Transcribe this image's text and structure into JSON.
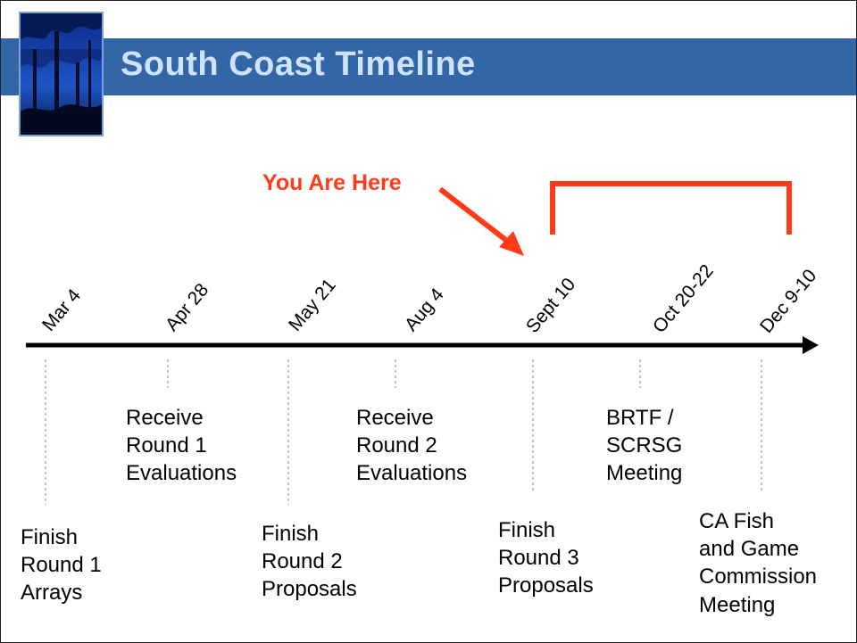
{
  "title": "South Coast Timeline",
  "pointer": {
    "label": "You Are Here",
    "color": "#ff3b1a"
  },
  "colors": {
    "title_bar": "#3366a6",
    "title_text": "#cfe3ff",
    "arrow": "#000000"
  },
  "timeline": {
    "dates": [
      "Mar 4",
      "Apr 28",
      "May 21",
      "Aug 4",
      "Sept 10",
      "Oct 20-22",
      "Dec 9-10"
    ],
    "upper_labels": [
      {
        "lines": [
          "Receive",
          "Round 1",
          "Evaluations"
        ]
      },
      {
        "lines": [
          "Receive",
          "Round 2",
          "Evaluations"
        ]
      },
      {
        "lines": [
          "BRTF /",
          "SCRSG",
          "Meeting"
        ]
      }
    ],
    "lower_labels": [
      {
        "lines": [
          "Finish",
          "Round 1",
          "Arrays"
        ]
      },
      {
        "lines": [
          "Finish",
          "Round 2",
          "Proposals"
        ]
      },
      {
        "lines": [
          "Finish",
          "Round 3",
          "Proposals"
        ]
      },
      {
        "lines": [
          "CA Fish",
          "and Game",
          "Commission",
          "Meeting"
        ]
      }
    ]
  }
}
